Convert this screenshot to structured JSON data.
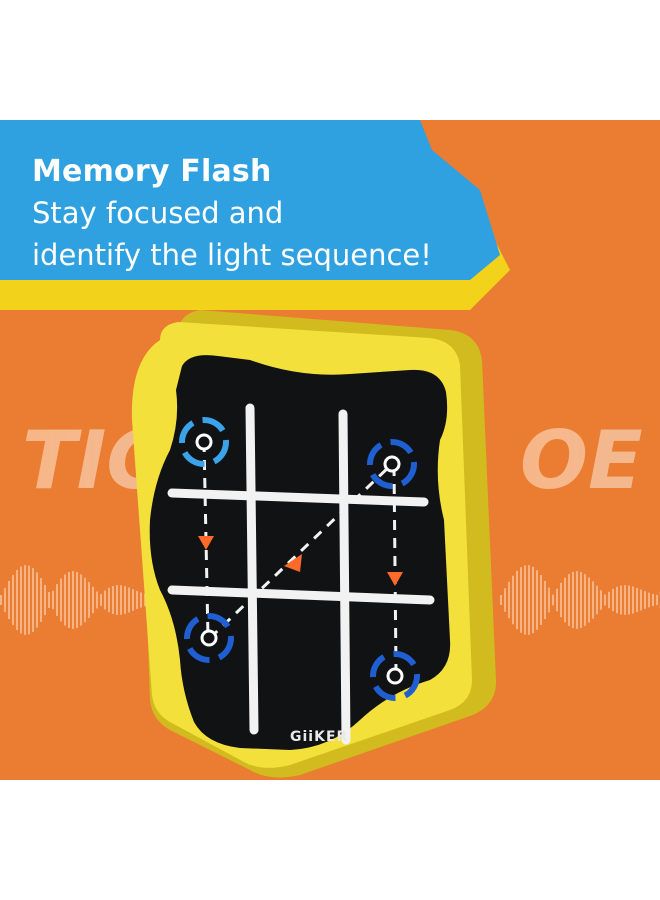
{
  "banner": {
    "title": "Memory Flash",
    "line1": "Stay focused and",
    "line2": "identify the light sequence!"
  },
  "background_text": {
    "left": "TIC",
    "right": "OE"
  },
  "device": {
    "brand": "GiiKER"
  },
  "icons": [
    "target-ring-icon",
    "direction-arrow-icon"
  ],
  "colors": {
    "background": "#ea7d31",
    "banner_blue": "#2fa0e0",
    "banner_yellow": "#f2d21b",
    "device_shell": "#f4e03a",
    "device_face": "#101213",
    "ring_light_blue": "#3aa3ea",
    "ring_dark_blue": "#1f5fd1",
    "arrow": "#ff6a2a"
  }
}
